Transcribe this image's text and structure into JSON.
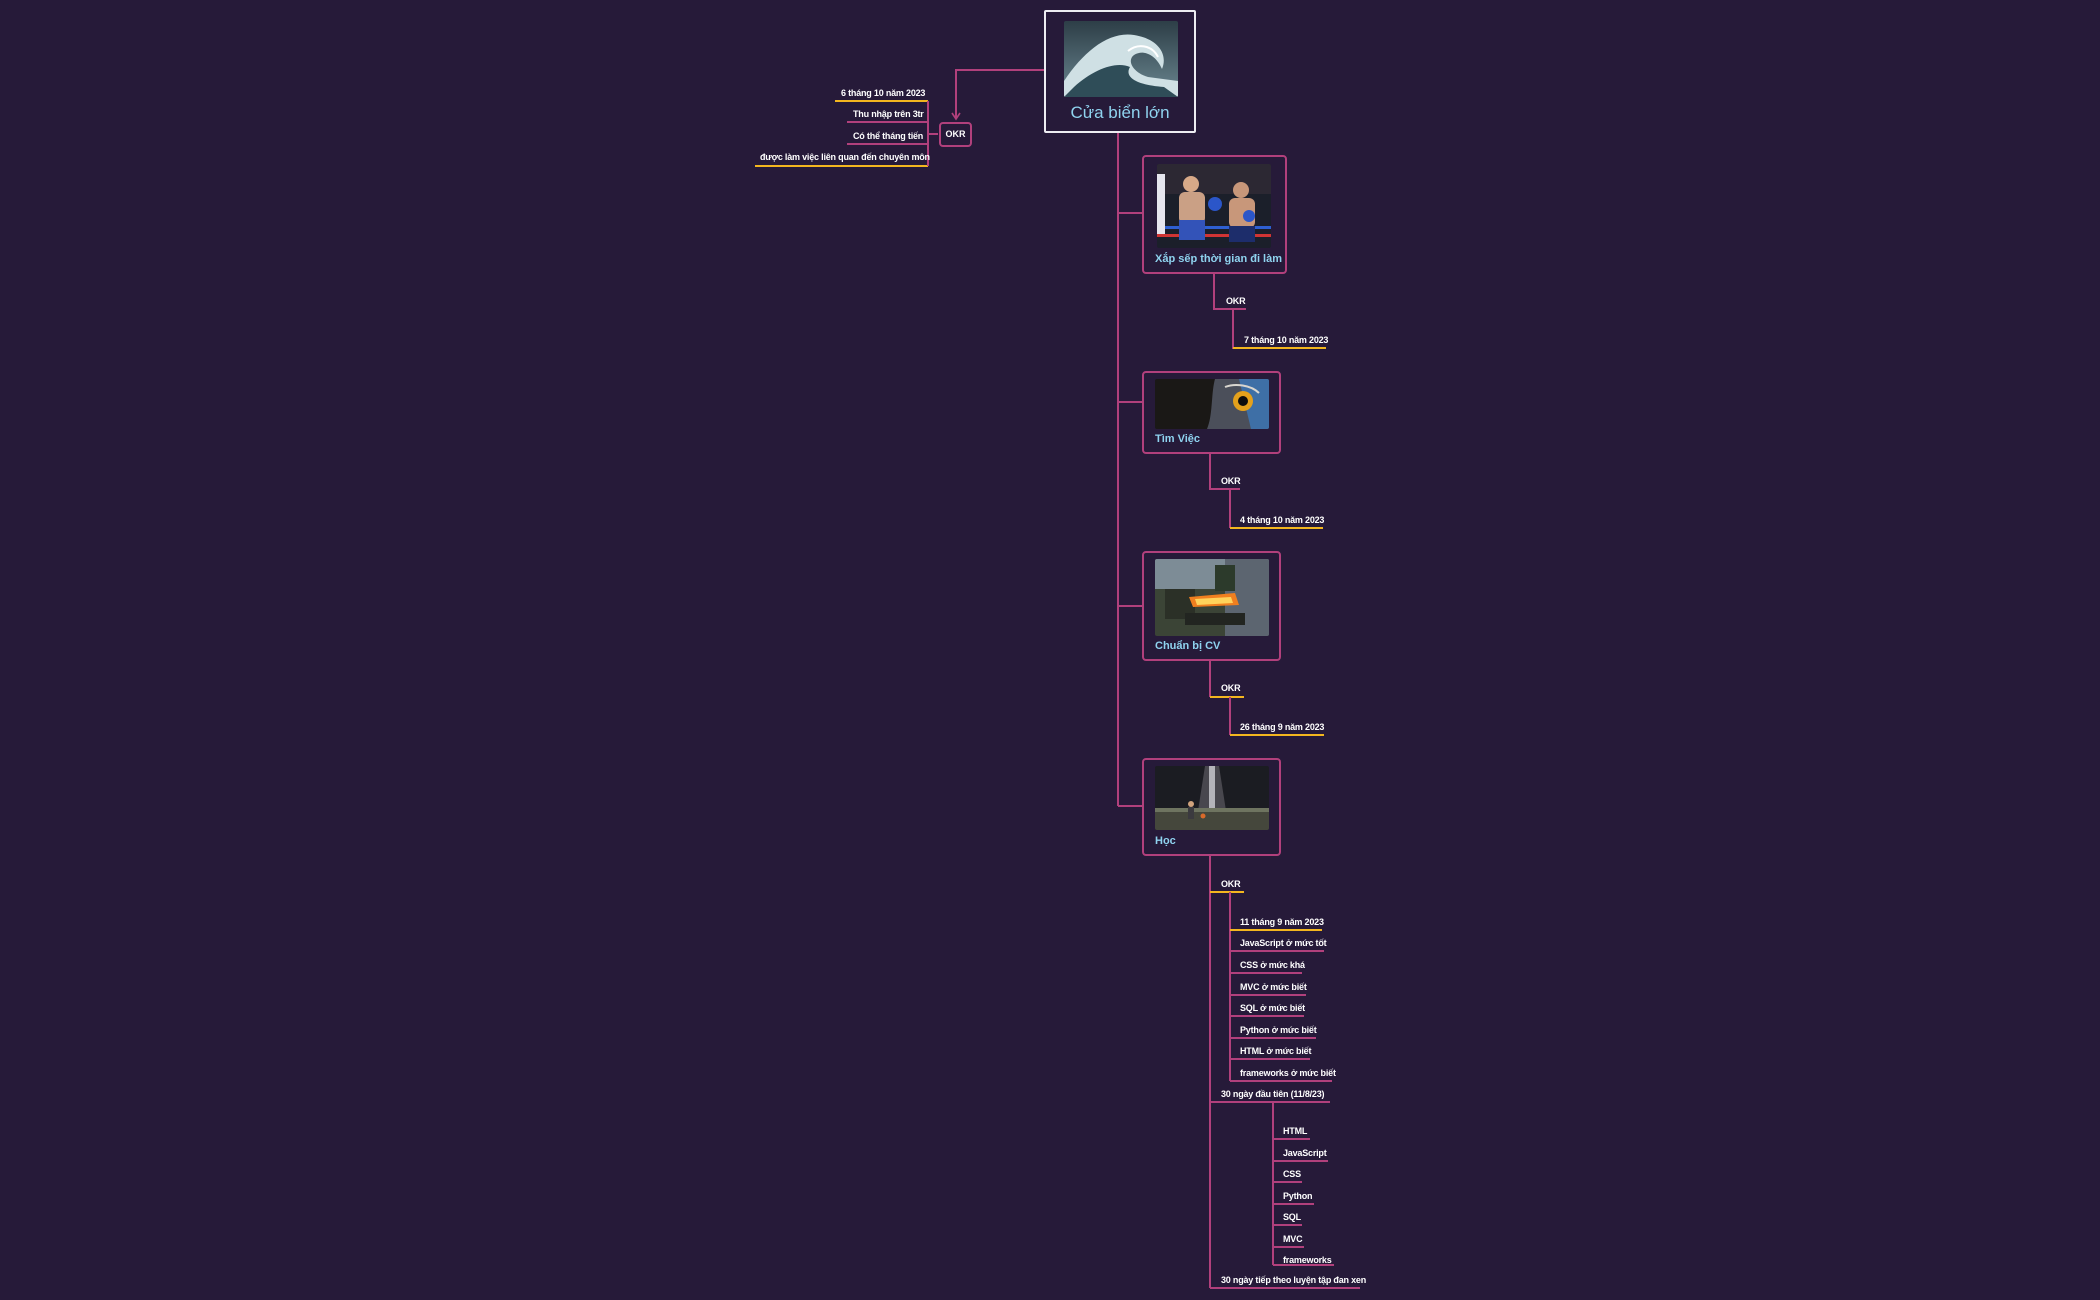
{
  "colors": {
    "background": "#261a39",
    "branch": "#b1407c",
    "accent": "#f3b61f",
    "topic_title": "#8fd3ef",
    "root_border": "#ededf2"
  },
  "root": {
    "title": "Cửa biển lớn",
    "image": "ocean-wave-image"
  },
  "root_okr": {
    "label": "OKR",
    "items": [
      "6 tháng 10 năm 2023",
      "Thu nhập trên 3tr",
      "Có thể tháng tiến",
      "được làm việc liên quan đến chuyên môn"
    ]
  },
  "topics": [
    {
      "title": "Xắp sếp thời gian đi làm",
      "image": "boxing-match-image",
      "okr_label": "OKR",
      "date": "7 tháng 10 năm 2023"
    },
    {
      "title": "Tìm Việc",
      "image": "owl-eye-image",
      "okr_label": "OKR",
      "date": "4 tháng 10 năm 2023"
    },
    {
      "title": "Chuẩn bị CV",
      "image": "forge-fire-image",
      "okr_label": "OKR",
      "date": "26 tháng 9 năm 2023"
    },
    {
      "title": "Học",
      "image": "night-basketball-image",
      "okr_label": "OKR",
      "okr_items": [
        "11 tháng 9 năm 2023",
        "JavaScript ở mức tốt",
        "CSS ở mức khá",
        "MVC ở mức biết",
        "SQL ở mức biết",
        "Python ở mức biết",
        "HTML ở mức biết",
        "frameworks ở mức biết"
      ],
      "first_30_days": {
        "label": "30 ngày đầu tiên  (11/8/23)",
        "items": [
          "HTML",
          "JavaScript",
          "CSS",
          "Python",
          "SQL",
          "MVC",
          "frameworks"
        ]
      },
      "next_30_days": {
        "label": "30 ngày tiếp theo luyện tập đan xen"
      }
    }
  ]
}
